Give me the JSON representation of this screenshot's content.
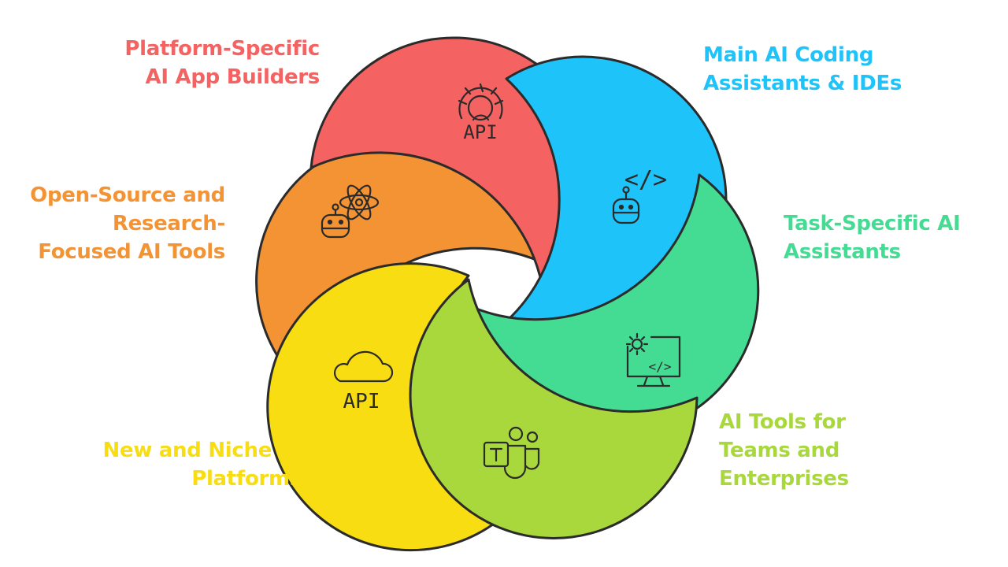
{
  "colors": {
    "red": "#FF6B6B",
    "blue": "#1EC3FA",
    "green": "#44DB93",
    "lime": "#A9D83C",
    "yellow": "#FDE50F",
    "orange": "#F49334",
    "stroke": "#2b2b2b"
  },
  "segments": [
    {
      "id": "platform",
      "lines": [
        "Platform-Specific",
        "AI App Builders"
      ],
      "color": "#F56262",
      "icon": "gear-api-icon"
    },
    {
      "id": "main",
      "lines": [
        "Main AI Coding",
        "Assistants & IDEs"
      ],
      "color": "#1EC3FA",
      "icon": "code-robot-icon"
    },
    {
      "id": "task",
      "lines": [
        "Task-Specific AI",
        "Assistants"
      ],
      "color": "#44DB93",
      "icon": "monitor-gear-code-icon"
    },
    {
      "id": "teams",
      "lines": [
        "AI Tools for",
        "Teams and",
        "Enterprises"
      ],
      "color": "#A9D83C",
      "icon": "teams-icon"
    },
    {
      "id": "niche",
      "lines": [
        "New and Niche AI",
        "Platforms"
      ],
      "color": "#F7DD12",
      "icon": "cloud-api-icon"
    },
    {
      "id": "open",
      "lines": [
        "Open-Source and",
        "Research-",
        "Focused AI Tools"
      ],
      "color": "#F49334",
      "icon": "atom-robot-icon"
    }
  ],
  "icon_text": {
    "api_gear": "API",
    "api_cloud": "API",
    "code_tag": "</>",
    "code_tag_small": "</>"
  }
}
